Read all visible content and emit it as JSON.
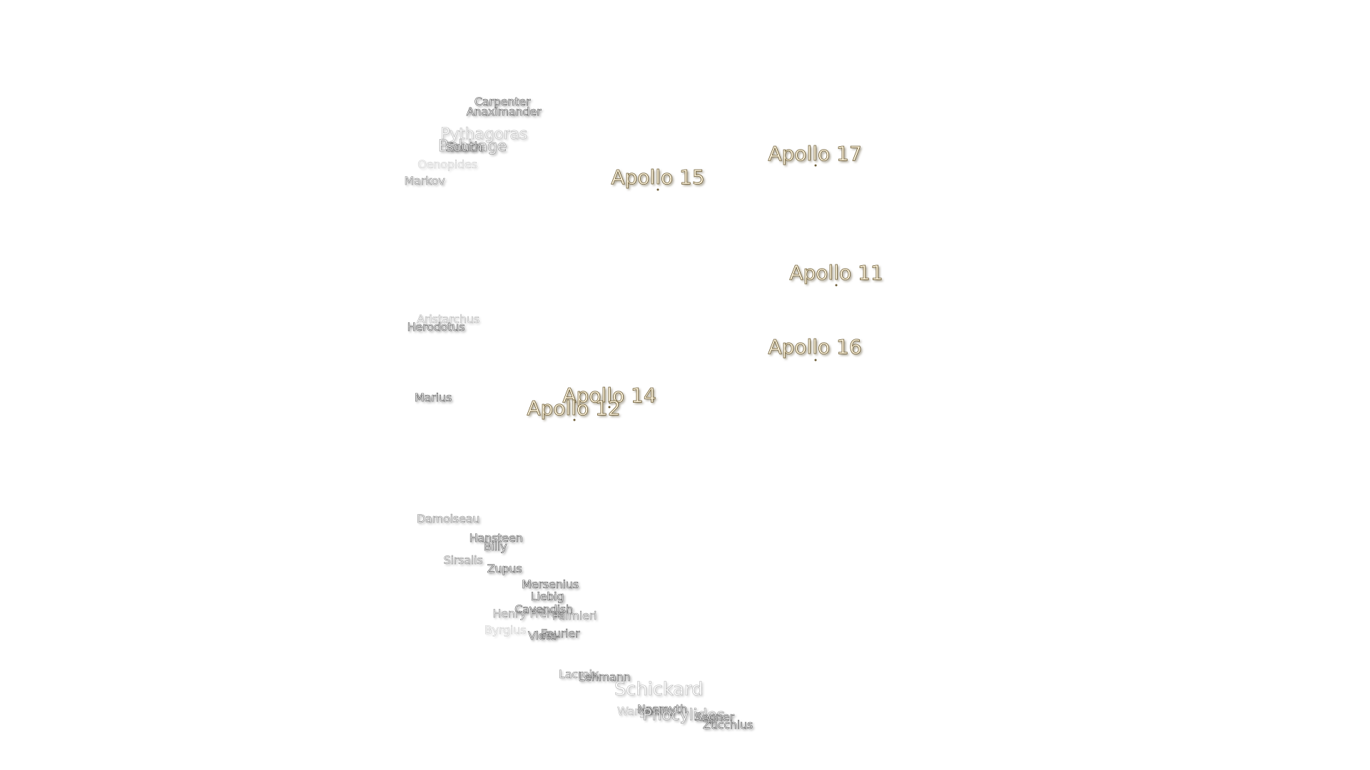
{
  "map": {
    "apollo_sites": [
      {
        "id": "apollo-17",
        "label": "Apollo 17"
      },
      {
        "id": "apollo-15",
        "label": "Apollo 15"
      },
      {
        "id": "apollo-11",
        "label": "Apollo 11"
      },
      {
        "id": "apollo-16",
        "label": "Apollo 16"
      },
      {
        "id": "apollo-14",
        "label": "Apollo 14"
      },
      {
        "id": "apollo-12",
        "label": "Apollo 12"
      }
    ],
    "craters": [
      {
        "id": "carpenter",
        "label": "Carpenter"
      },
      {
        "id": "anaximander",
        "label": "Anaximander"
      },
      {
        "id": "pythagoras",
        "label": "Pythagoras"
      },
      {
        "id": "babbage",
        "label": "Babbage"
      },
      {
        "id": "south",
        "label": "South"
      },
      {
        "id": "oenopides",
        "label": "Oenopides"
      },
      {
        "id": "markov",
        "label": "Markov"
      },
      {
        "id": "aristarchus",
        "label": "Aristarchus"
      },
      {
        "id": "herodotus",
        "label": "Herodotus"
      },
      {
        "id": "marius",
        "label": "Marius"
      },
      {
        "id": "damoiseau",
        "label": "Damoiseau"
      },
      {
        "id": "hansteen",
        "label": "Hansteen"
      },
      {
        "id": "billy",
        "label": "Billy"
      },
      {
        "id": "sirsalis",
        "label": "Sirsalis"
      },
      {
        "id": "zupus",
        "label": "Zupus"
      },
      {
        "id": "mersenius",
        "label": "Mersenius"
      },
      {
        "id": "liebig",
        "label": "Liebig"
      },
      {
        "id": "cavendish",
        "label": "Cavendish"
      },
      {
        "id": "henry-freres",
        "label": "Henry Frères"
      },
      {
        "id": "palmieri",
        "label": "Palmieri"
      },
      {
        "id": "byrgius",
        "label": "Byrgius"
      },
      {
        "id": "fourier",
        "label": "Fourier"
      },
      {
        "id": "vieta",
        "label": "Vieta"
      },
      {
        "id": "lacroix",
        "label": "Lacroix"
      },
      {
        "id": "lehmann",
        "label": "Lehmann"
      },
      {
        "id": "schickard",
        "label": "Schickard"
      },
      {
        "id": "wargentin",
        "label": "Wargentin"
      },
      {
        "id": "nasmyth",
        "label": "Nasmyth"
      },
      {
        "id": "phocylides",
        "label": "Phocylides"
      },
      {
        "id": "segner",
        "label": "Segner"
      },
      {
        "id": "zucchius",
        "label": "Zucchius"
      }
    ]
  }
}
